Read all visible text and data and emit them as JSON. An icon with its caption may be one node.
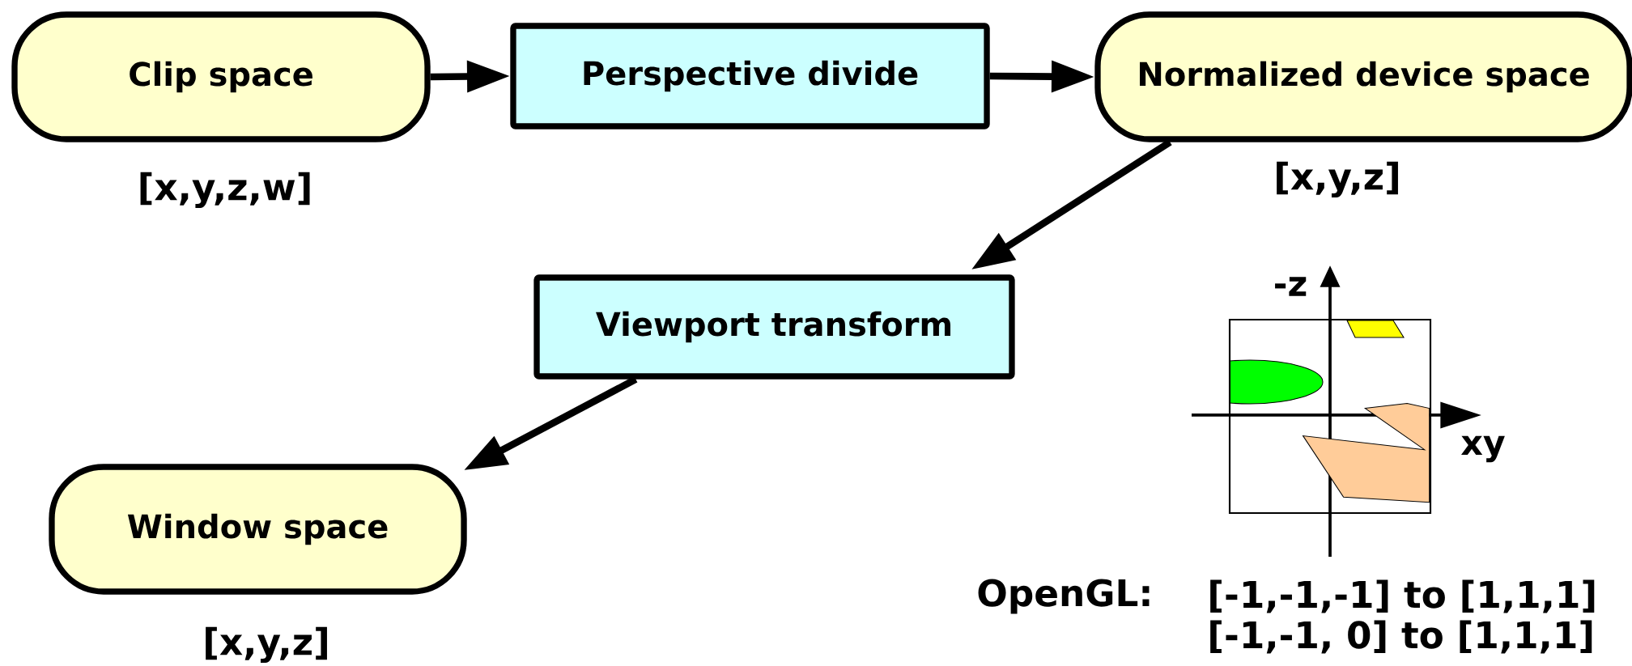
{
  "diagram": {
    "nodes": [
      {
        "text": [
          "Clip space"
        ],
        "beside": [
          "[x,y,z,w]"
        ]
      },
      {
        "text": [
          "Perspective divide"
        ]
      },
      {
        "text": [
          "Normalized device space"
        ],
        "beside": [
          "[x,y,z]"
        ]
      },
      {
        "text": [
          "Viewport transform"
        ]
      },
      {
        "text": [
          "Window space"
        ],
        "beside": [
          "[x,y,z]"
        ]
      }
    ],
    "edges": [
      {
        "from": 0,
        "to": 1,
        "arrow": "to"
      },
      {
        "from": 1,
        "to": 2,
        "arrow": "to"
      },
      {
        "from": 2,
        "to": 3,
        "arrow": "to"
      },
      {
        "from": 3,
        "to": 4,
        "arrow": "to"
      }
    ],
    "labels": [
      "-z",
      "xy",
      "OpenGL:",
      "[-1,-1,-1] to [1,1,1]",
      "[-1,-1, 0] to [1,1,1]"
    ]
  }
}
